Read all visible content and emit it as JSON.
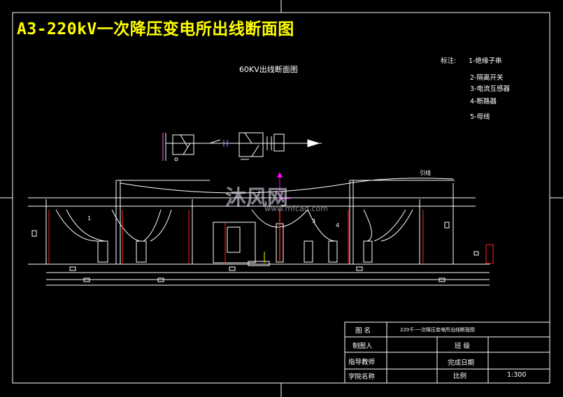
{
  "drawing": {
    "title": "A3-220kV一次降压变电所出线断面图",
    "section_title": "60KV出线断面图",
    "wire_label": "引线",
    "marker_1": "1",
    "marker_3": "3",
    "marker_4": "4"
  },
  "legend": {
    "heading": "标注:",
    "items": [
      "1-绝缘子串",
      "2-隔离开关",
      "3-电流互感器",
      "4-断路器",
      "5-母线"
    ]
  },
  "title_block": {
    "drawing_name_label": "图 名",
    "drawing_name_value": "220千-一次降压变电所出线断面图",
    "drawn_by_label": "制图人",
    "student_label": "班 级",
    "advisor_label": "指导教师",
    "date_label": "完成日期",
    "reviewer_label": "学院名称",
    "scale_label": "比例",
    "scale_value": "1:300"
  },
  "watermark": {
    "text": "沐风网",
    "url": "www.mfcad.com"
  },
  "colors": {
    "title": "#ffff00",
    "lines": "#ffffff",
    "red": "#ff2020",
    "magenta": "#ff00ff",
    "cyan": "#00e5ff"
  }
}
